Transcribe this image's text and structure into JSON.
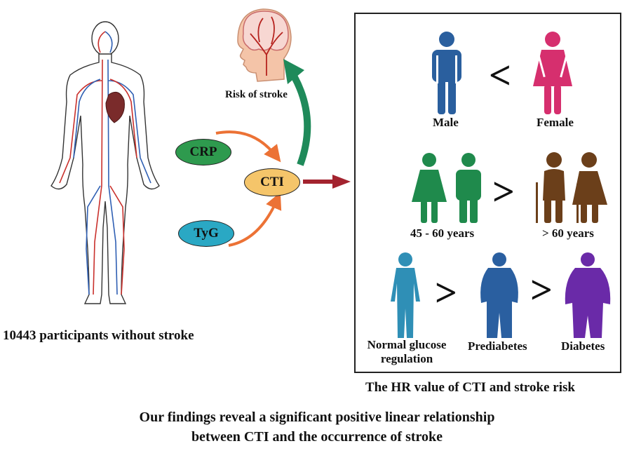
{
  "left": {
    "caption": "10443 participants without stroke"
  },
  "middle": {
    "crp": "CRP",
    "tyg": "TyG",
    "cti": "CTI",
    "stroke_label": "Risk of stroke"
  },
  "panel": {
    "sex": {
      "left": "Male",
      "comparator": "<",
      "right": "Female"
    },
    "age": {
      "left": "45 - 60 years",
      "comparator": ">",
      "right": "> 60 years"
    },
    "glucose": {
      "first": "Normal glucose regulation",
      "comparator1": ">",
      "second": "Prediabetes",
      "comparator2": ">",
      "third": "Diabetes"
    },
    "caption": "The HR value of CTI and stroke risk"
  },
  "footer": {
    "line1": "Our findings reveal a significant positive linear relationship",
    "line2": "between CTI and the occurrence of stroke"
  },
  "colors": {
    "crp": "#2e9a4e",
    "tyg": "#2aa8c4",
    "cti": "#f5c56a",
    "orange_arrow": "#ec7235",
    "green_arrow": "#1f8a5a",
    "red_arrow": "#a3232f",
    "male": "#2a5f9e",
    "female": "#d62f6e",
    "middle_age": "#1f8a4c",
    "elderly": "#6b3f1a",
    "normal": "#2f8fb6",
    "prediabetes": "#2a5fa0",
    "diabetes": "#6a2aa8"
  }
}
